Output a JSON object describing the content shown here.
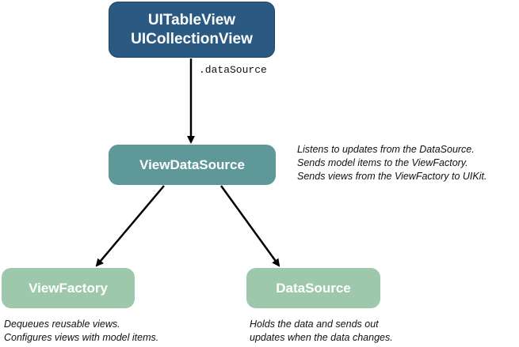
{
  "nodes": {
    "top": {
      "line1": "UITableView",
      "line2": "UICollectionView"
    },
    "middle": {
      "label": "ViewDataSource"
    },
    "left": {
      "label": "ViewFactory"
    },
    "right": {
      "label": "DataSource"
    }
  },
  "edges": {
    "top_to_middle_label": ".dataSource"
  },
  "notes": {
    "middle": [
      "Listens to updates from the DataSource.",
      "Sends model items to the ViewFactory.",
      "Sends views from the ViewFactory to UIKit."
    ],
    "left": [
      "Dequeues reusable views.",
      "Configures views with model items."
    ],
    "right": [
      "Holds the data and sends out",
      "updates when the data changes."
    ]
  },
  "colors": {
    "top_node": "#2a5a82",
    "middle_node": "#5f9898",
    "leaf_nodes": "#9ec8ac",
    "arrows": "#000000"
  }
}
